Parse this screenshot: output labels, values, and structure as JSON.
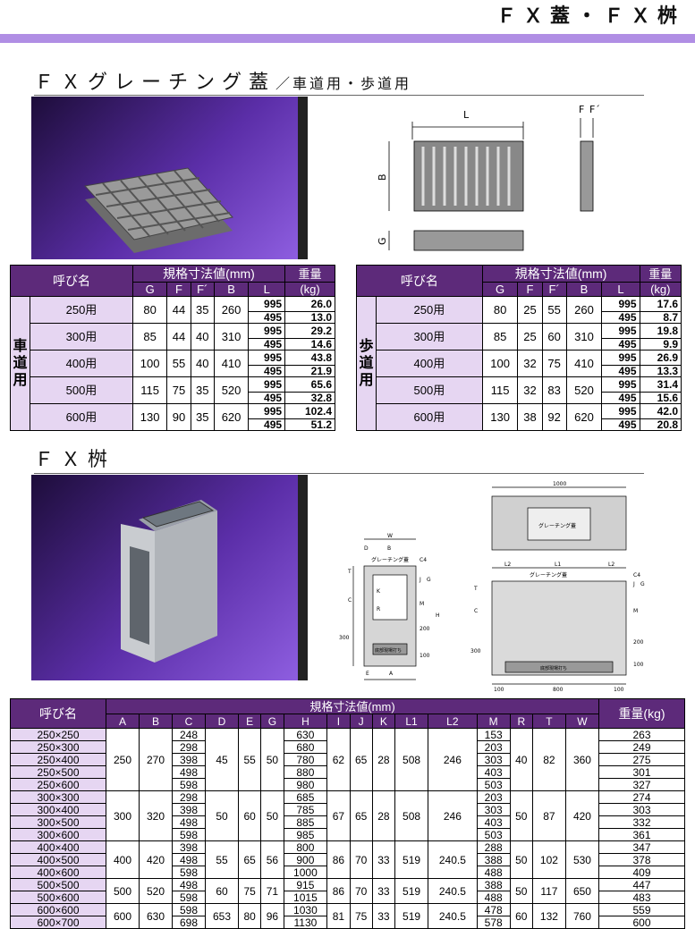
{
  "header": {
    "title": "ＦＸ蓋・ＦＸ桝"
  },
  "section1": {
    "title": "ＦＸグレーチング蓋",
    "subtitle": "／車道用・歩道用"
  },
  "section2": {
    "title": "ＦＸ桝"
  },
  "diagram1": {
    "L": "L",
    "B": "B",
    "G": "G",
    "F": "F",
    "Fp": "F´"
  },
  "diagram2": {
    "W": "W",
    "D": "D",
    "B": "B",
    "grating": "グレーチング蓋",
    "C4": "C4",
    "T": "T",
    "C": "C",
    "K": "K",
    "R": "R",
    "v300": "300",
    "v100": "100",
    "v200": "200",
    "J": "J",
    "G": "G",
    "M": "M",
    "H": "H",
    "base": "底部現場打ち",
    "E": "E",
    "A": "A"
  },
  "diagram3": {
    "v1000": "1000",
    "grating": "グレーチング蓋",
    "L2": "L2",
    "L1": "L1",
    "C4": "C4",
    "T": "T",
    "C": "C",
    "v300": "300",
    "v100": "100",
    "v800": "800",
    "J": "J",
    "G": "G",
    "M": "M",
    "v200": "200",
    "base": "底部現場打ち"
  },
  "table1": {
    "h_name": "呼び名",
    "h_spec": "規格寸法値(mm)",
    "h_weight": "重量",
    "h_kg": "(kg)",
    "cols": [
      "G",
      "F",
      "F´",
      "B",
      "L"
    ],
    "group": "車道用",
    "rows": [
      {
        "name": "250用",
        "G": "80",
        "F": "44",
        "Fp": "35",
        "B": "260",
        "L1": "995",
        "W1": "26.0",
        "L2": "495",
        "W2": "13.0"
      },
      {
        "name": "300用",
        "G": "85",
        "F": "44",
        "Fp": "40",
        "B": "310",
        "L1": "995",
        "W1": "29.2",
        "L2": "495",
        "W2": "14.6"
      },
      {
        "name": "400用",
        "G": "100",
        "F": "55",
        "Fp": "40",
        "B": "410",
        "L1": "995",
        "W1": "43.8",
        "L2": "495",
        "W2": "21.9"
      },
      {
        "name": "500用",
        "G": "115",
        "F": "75",
        "Fp": "35",
        "B": "520",
        "L1": "995",
        "W1": "65.6",
        "L2": "495",
        "W2": "32.8"
      },
      {
        "name": "600用",
        "G": "130",
        "F": "90",
        "Fp": "35",
        "B": "620",
        "L1": "995",
        "W1": "102.4",
        "L2": "495",
        "W2": "51.2"
      }
    ]
  },
  "table2": {
    "h_name": "呼び名",
    "h_spec": "規格寸法値(mm)",
    "h_weight": "重量",
    "h_kg": "(kg)",
    "cols": [
      "G",
      "F",
      "F´",
      "B",
      "L"
    ],
    "group": "歩道用",
    "rows": [
      {
        "name": "250用",
        "G": "80",
        "F": "25",
        "Fp": "55",
        "B": "260",
        "L1": "995",
        "W1": "17.6",
        "L2": "495",
        "W2": "8.7"
      },
      {
        "name": "300用",
        "G": "85",
        "F": "25",
        "Fp": "60",
        "B": "310",
        "L1": "995",
        "W1": "19.8",
        "L2": "495",
        "W2": "9.9"
      },
      {
        "name": "400用",
        "G": "100",
        "F": "32",
        "Fp": "75",
        "B": "410",
        "L1": "995",
        "W1": "26.9",
        "L2": "495",
        "W2": "13.3"
      },
      {
        "name": "500用",
        "G": "115",
        "F": "32",
        "Fp": "83",
        "B": "520",
        "L1": "995",
        "W1": "31.4",
        "L2": "495",
        "W2": "15.6"
      },
      {
        "name": "600用",
        "G": "130",
        "F": "38",
        "Fp": "92",
        "B": "620",
        "L1": "995",
        "W1": "42.0",
        "L2": "495",
        "W2": "20.8"
      }
    ]
  },
  "table3": {
    "h_name": "呼び名",
    "h_spec": "規格寸法値(mm)",
    "h_weight": "重量(kg)",
    "cols": [
      "A",
      "B",
      "C",
      "D",
      "E",
      "G",
      "H",
      "I",
      "J",
      "K",
      "L1",
      "L2",
      "M",
      "R",
      "T",
      "W"
    ],
    "groups": [
      {
        "A": "250",
        "B": "270",
        "D": "45",
        "E": "55",
        "G": "50",
        "I": "62",
        "J": "65",
        "K": "28",
        "L1": "508",
        "L2": "246",
        "R": "40",
        "T": "82",
        "W": "360",
        "rows": [
          {
            "name": "250×250",
            "C": "248",
            "H": "630",
            "M": "153",
            "kg": "263"
          },
          {
            "name": "250×300",
            "C": "298",
            "H": "680",
            "M": "203",
            "kg": "249"
          },
          {
            "name": "250×400",
            "C": "398",
            "H": "780",
            "M": "303",
            "kg": "275"
          },
          {
            "name": "250×500",
            "C": "498",
            "H": "880",
            "M": "403",
            "kg": "301"
          },
          {
            "name": "250×600",
            "C": "598",
            "H": "980",
            "M": "503",
            "kg": "327"
          }
        ]
      },
      {
        "A": "300",
        "B": "320",
        "D": "50",
        "E": "60",
        "G": "50",
        "I": "67",
        "J": "65",
        "K": "28",
        "L1": "508",
        "L2": "246",
        "R": "50",
        "T": "87",
        "W": "420",
        "rows": [
          {
            "name": "300×300",
            "C": "298",
            "H": "685",
            "M": "203",
            "kg": "274"
          },
          {
            "name": "300×400",
            "C": "398",
            "H": "785",
            "M": "303",
            "kg": "303"
          },
          {
            "name": "300×500",
            "C": "498",
            "H": "885",
            "M": "403",
            "kg": "332"
          },
          {
            "name": "300×600",
            "C": "598",
            "H": "985",
            "M": "503",
            "kg": "361"
          }
        ]
      },
      {
        "A": "400",
        "B": "420",
        "D": "55",
        "E": "65",
        "G": "56",
        "I": "86",
        "J": "70",
        "K": "33",
        "L1": "519",
        "L2": "240.5",
        "R": "50",
        "T": "102",
        "W": "530",
        "rows": [
          {
            "name": "400×400",
            "C": "398",
            "H": "800",
            "M": "288",
            "kg": "347"
          },
          {
            "name": "400×500",
            "C": "498",
            "H": "900",
            "M": "388",
            "kg": "378"
          },
          {
            "name": "400×600",
            "C": "598",
            "H": "1000",
            "M": "488",
            "kg": "409"
          }
        ]
      },
      {
        "A": "500",
        "B": "520",
        "D": "60",
        "E": "75",
        "G": "71",
        "I": "86",
        "J": "70",
        "K": "33",
        "L1": "519",
        "L2": "240.5",
        "R": "50",
        "T": "117",
        "W": "650",
        "rows": [
          {
            "name": "500×500",
            "C": "498",
            "H": "915",
            "M": "388",
            "kg": "447"
          },
          {
            "name": "500×600",
            "C": "598",
            "H": "1015",
            "M": "488",
            "kg": "483"
          }
        ]
      },
      {
        "A": "600",
        "B": "630",
        "D": "653",
        "E": "80",
        "G": "96",
        "I": "81",
        "J": "75",
        "K": "33",
        "L1": "519",
        "L2": "240.5",
        "R": "60",
        "T": "132",
        "W": "760",
        "rows": [
          {
            "name": "600×600",
            "C": "598",
            "H": "1030",
            "M": "478",
            "kg": "559"
          },
          {
            "name": "600×700",
            "C": "698",
            "H": "1130",
            "M": "578",
            "kg": "600"
          }
        ]
      }
    ]
  }
}
